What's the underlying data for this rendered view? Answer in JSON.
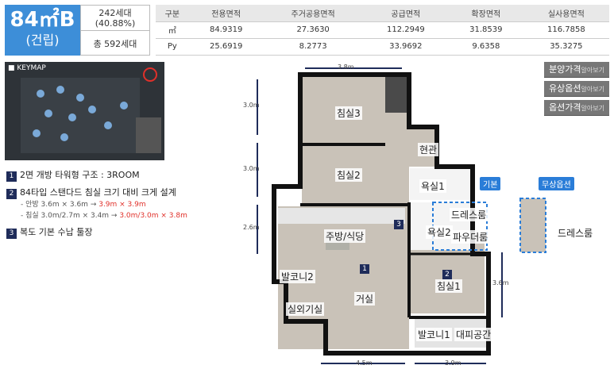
{
  "unit": {
    "type": "84㎡B",
    "subtype": "(건립)",
    "households": "242세대",
    "ratio": "(40.88%)",
    "total": "총 592세대"
  },
  "area_table": {
    "headers": [
      "구분",
      "전용면적",
      "주거공용면적",
      "공급면적",
      "확장면적",
      "실사용면적"
    ],
    "rows": [
      [
        "㎡",
        "84.9319",
        "27.3630",
        "112.2949",
        "31.8539",
        "116.7858"
      ],
      [
        "Py",
        "25.6919",
        "8.2773",
        "33.9692",
        "9.6358",
        "35.3275"
      ]
    ]
  },
  "keymap_label": "KEYMAP",
  "features": [
    {
      "num": "1",
      "text": "2면 개방 타워형 구조 : 3ROOM"
    },
    {
      "num": "2",
      "text": "84타입 스탠다드 침실 크기 대비 크게 설계"
    },
    {
      "num": "3",
      "text": "복도 기본 수납 툴장"
    }
  ],
  "sub_features": [
    {
      "prefix": "-  안방 3.6m × 3.6m → ",
      "highlight": "3.9m × 3.9m"
    },
    {
      "prefix": "-  침실 3.0m/2.7m × 3.4m → ",
      "highlight": "3.0m/3.0m × 3.8m"
    }
  ],
  "buttons": [
    {
      "label": "분양가격",
      "small": "알아보기"
    },
    {
      "label": "유상옵션",
      "small": "알아보기"
    },
    {
      "label": "옵션가격",
      "small": "알아보기"
    }
  ],
  "rooms": {
    "bed3": "침실3",
    "bed2": "침실2",
    "entrance": "현관",
    "bath1": "욕실1",
    "bath2": "욕실2",
    "dress": "드레스룸",
    "powder": "파우더룸",
    "kitchen": "주방/식당",
    "balcony2": "발코니2",
    "outdoor": "실외기실",
    "living": "거실",
    "bed1": "침실1",
    "balcony1": "발코니1",
    "refuge": "대피공간",
    "option_dress": "드레스룸"
  },
  "tags": {
    "basic": "기본",
    "option": "무상옵션"
  },
  "markers": {
    "m1": "1",
    "m2": "2",
    "m3": "3"
  },
  "dims": {
    "top": "3.8m",
    "left1": "3.0m",
    "left2": "3.0m",
    "left3": "2.6m",
    "right": "3.6m",
    "bottom1": "4.5m",
    "bottom2": "3.9m"
  },
  "colors": {
    "accent": "#3d8ed8",
    "highlight": "#e0302a",
    "navy": "#1f2c5a"
  }
}
